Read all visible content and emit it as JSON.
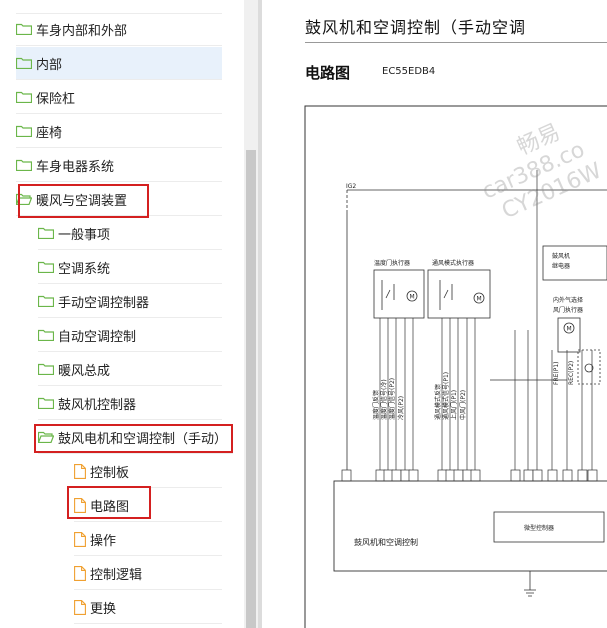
{
  "tree": {
    "items": [
      {
        "label": "车身内部和外部",
        "icon": "folder-icon"
      },
      {
        "label": "内部",
        "icon": "folder-icon",
        "selected": true
      },
      {
        "label": "保险杠",
        "icon": "folder-icon"
      },
      {
        "label": "座椅",
        "icon": "folder-icon"
      },
      {
        "label": "车身电器系统",
        "icon": "folder-icon"
      },
      {
        "label": "暖风与空调装置",
        "icon": "folder-open-icon",
        "highlighted": true
      },
      {
        "label": "一般事项",
        "icon": "folder-icon"
      },
      {
        "label": "空调系统",
        "icon": "folder-icon"
      },
      {
        "label": "手动空调控制器",
        "icon": "folder-icon"
      },
      {
        "label": "自动空调控制",
        "icon": "folder-icon"
      },
      {
        "label": "暖风总成",
        "icon": "folder-icon"
      },
      {
        "label": "鼓风机控制器",
        "icon": "folder-icon"
      },
      {
        "label": "鼓风电机和空调控制（手动）",
        "icon": "folder-open-icon",
        "highlighted": true
      },
      {
        "label": "控制板",
        "icon": "document-icon"
      },
      {
        "label": "电路图",
        "icon": "document-icon",
        "highlighted": true
      },
      {
        "label": "操作",
        "icon": "document-icon"
      },
      {
        "label": "控制逻辑",
        "icon": "document-icon"
      },
      {
        "label": "更换",
        "icon": "document-icon"
      }
    ],
    "folder_color": "#6bb64a",
    "document_color": "#f0a030",
    "highlight_color": "#d42020"
  },
  "document": {
    "title": "鼓风机和空调控制（手动空调",
    "section_title": "电路图",
    "section_code": "EC55EDB4"
  },
  "diagram": {
    "ig_label": "IG2",
    "temp_actuator": "温度门执行器",
    "mode_actuator": "通风模式执行器",
    "relay_label_1": "鼓风机",
    "relay_label_2": "继电器",
    "recirc_label_1": "内外气选择",
    "recirc_label_2": "风门执行器",
    "temp_wires": [
      "温度门反馈",
      "温度门信号(冷)",
      "温度门信号(P2)",
      "冷风(P2)"
    ],
    "mode_wires": [
      "通风模式反馈",
      "通风模式信号(P1)",
      "上风门(P1)",
      "中风门(P2)"
    ],
    "recirc_wires": [
      "FRE(P1)",
      "REC(P2)"
    ],
    "controller_label": "鼓风机和空调控制",
    "micro_label": "微型控制器",
    "motor_symbol": "M"
  },
  "watermark": {
    "lines": [
      "畅易",
      "car388.co",
      "CY2016W"
    ]
  }
}
